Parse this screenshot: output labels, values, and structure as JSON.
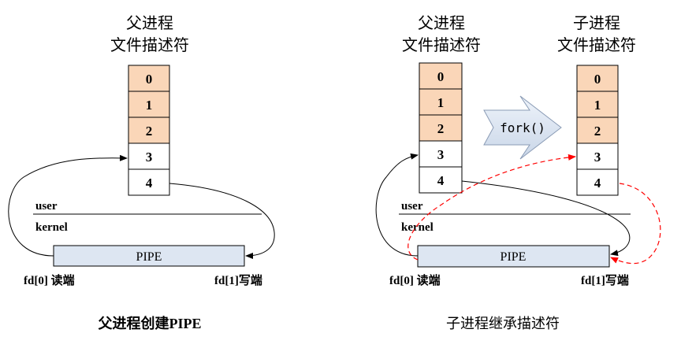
{
  "left": {
    "header_line1": "父进程",
    "header_line2": "文件描述符",
    "fds": [
      "0",
      "1",
      "2",
      "3",
      "4"
    ],
    "user_label": "user",
    "kernel_label": "kernel",
    "pipe_label": "PIPE",
    "fd0_label": "fd[0] 读端",
    "fd1_label": "fd[1]写端",
    "caption": "父进程创建PIPE"
  },
  "right": {
    "parent_header_line1": "父进程",
    "parent_header_line2": "文件描述符",
    "child_header_line1": "子进程",
    "child_header_line2": "文件描述符",
    "parent_fds": [
      "0",
      "1",
      "2",
      "3",
      "4"
    ],
    "child_fds": [
      "0",
      "1",
      "2",
      "3",
      "4"
    ],
    "fork_label": "fork()",
    "user_label": "user",
    "kernel_label": "kernel",
    "pipe_label": "PIPE",
    "fd0_label": "fd[0] 读端",
    "fd1_label": "fd[1]写端",
    "caption": "子进程继承描述符"
  },
  "colors": {
    "reserved_fd_fill": "#fad6b8",
    "pipe_fill": "#dde6f2",
    "fork_arrow_fill": "#dce6f2",
    "line": "#000000",
    "inherit_arrow": "#ff0000"
  }
}
